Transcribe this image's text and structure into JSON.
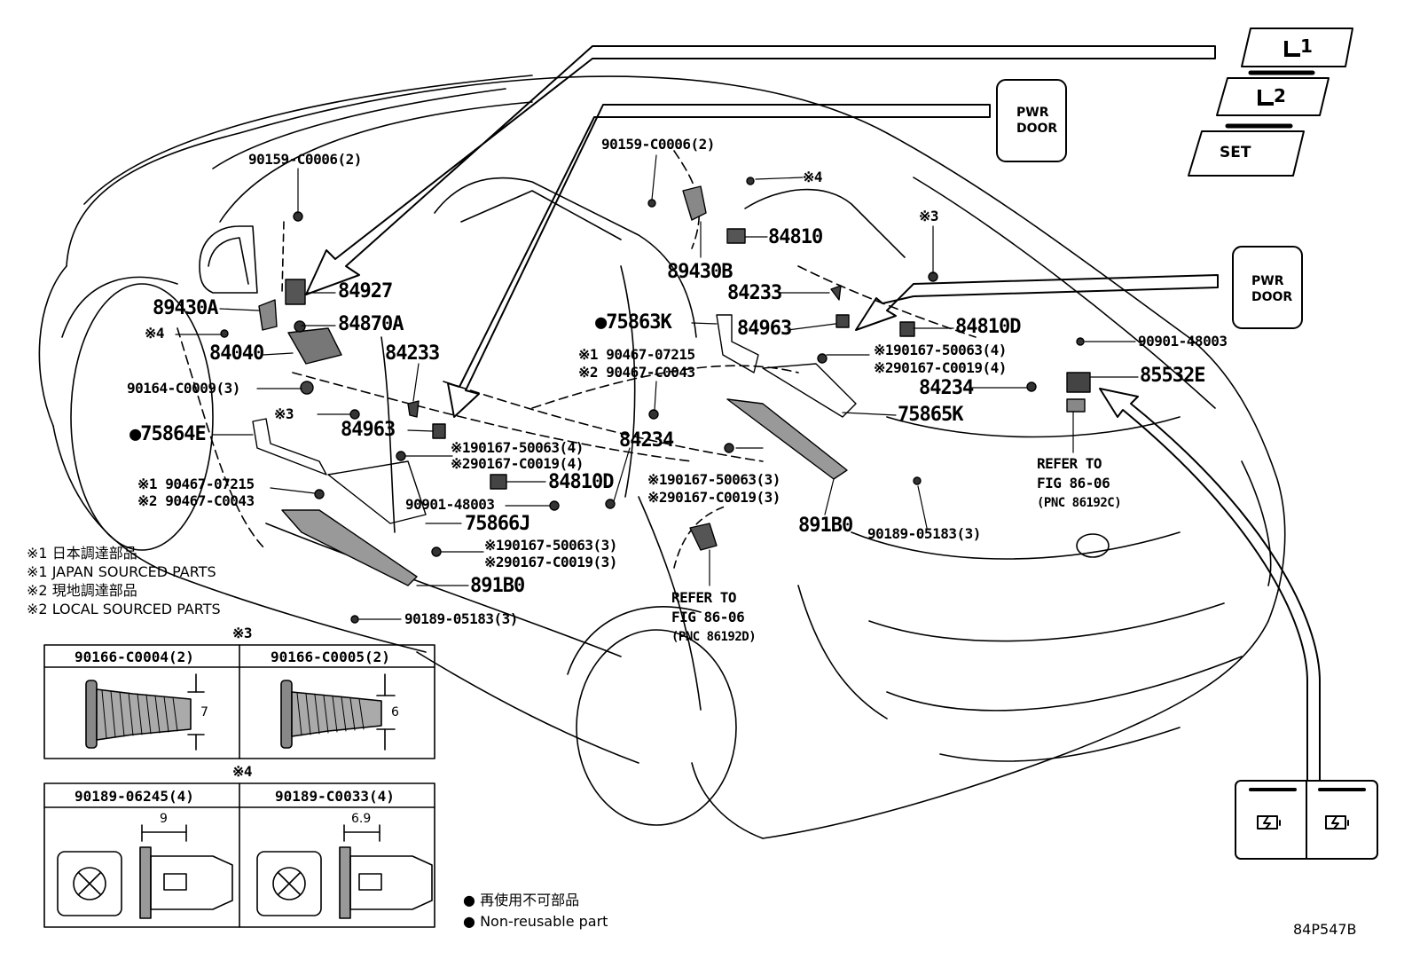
{
  "callouts": {
    "p90159_a": "90159-C0006(2)",
    "p90159_b": "90159-C0006(2)",
    "p84927": "84927",
    "p89430a": "89430A",
    "p84870a": "84870A",
    "p84040": "84040",
    "p84233_a": "84233",
    "p84233_b": "84233",
    "p90164": "90164-C0009(3)",
    "p84963_a": "84963",
    "p84963_b": "84963",
    "p75864e": "75864E",
    "p90467a_1": "90467-07215",
    "p90467a_2": "90467-C0043",
    "p90467b_1": "90467-07215",
    "p90467b_2": "90467-C0043",
    "p90167a_1": "90167-50063(4)",
    "p90167a_2": "90167-C0019(4)",
    "p90167b_1": "90167-50063(3)",
    "p90167b_2": "90167-C0019(3)",
    "p90167c_1": "90167-50063(3)",
    "p90167c_2": "90167-C0019(3)",
    "p90167d_1": "90167-50063(4)",
    "p90167d_2": "90167-C0019(4)",
    "p84810d_a": "84810D",
    "p84810d_b": "84810D",
    "p90901_a": "90901-48003",
    "p90901_b": "90901-48003",
    "p75866j": "75866J",
    "p891b0_a": "891B0",
    "p891b0_b": "891B0",
    "p90189_a": "90189-05183(3)",
    "p90189_b": "90189-05183(3)",
    "p84234_a": "84234",
    "p84234_b": "84234",
    "p84810": "84810",
    "p89430b": "89430B",
    "p75863k": "75863K",
    "p75865k": "75865K",
    "p85532e": "85532E"
  },
  "marks": {
    "note1": "※1",
    "note2": "※2",
    "note3": "※3",
    "note4": "※4",
    "nonreusable_dot": "●"
  },
  "refer": {
    "left": {
      "line1": "REFER TO",
      "line2": "FIG 86-06",
      "line3": "(PNC 86192D)"
    },
    "right": {
      "line1": "REFER TO",
      "line2": "FIG 86-06",
      "line3": "(PNC 86192C)"
    }
  },
  "notes": {
    "japan_jp": "日本調達部品",
    "japan_en": "JAPAN SOURCED PARTS",
    "local_jp": "現地調達部品",
    "local_en": "LOCAL SOURCED PARTS"
  },
  "legend": {
    "nonreusable_jp": "再使用不可部品",
    "nonreusable_en": "Non-reusable part"
  },
  "table3": {
    "col1": "90166-C0004(2)",
    "col2": "90166-C0005(2)",
    "dim1": "7",
    "dim2": "6"
  },
  "table4": {
    "col1": "90189-06245(4)",
    "col2": "90189-C0033(4)",
    "dim1": "9",
    "dim2": "6.9"
  },
  "switches": {
    "pwr_door_1": {
      "line1": "PWR",
      "line2": "DOOR"
    },
    "pwr_door_2": {
      "line1": "PWR",
      "line2": "DOOR"
    },
    "memory_1": "1",
    "memory_2": "2",
    "memory_set": "SET"
  },
  "figure_id": "84P547B"
}
